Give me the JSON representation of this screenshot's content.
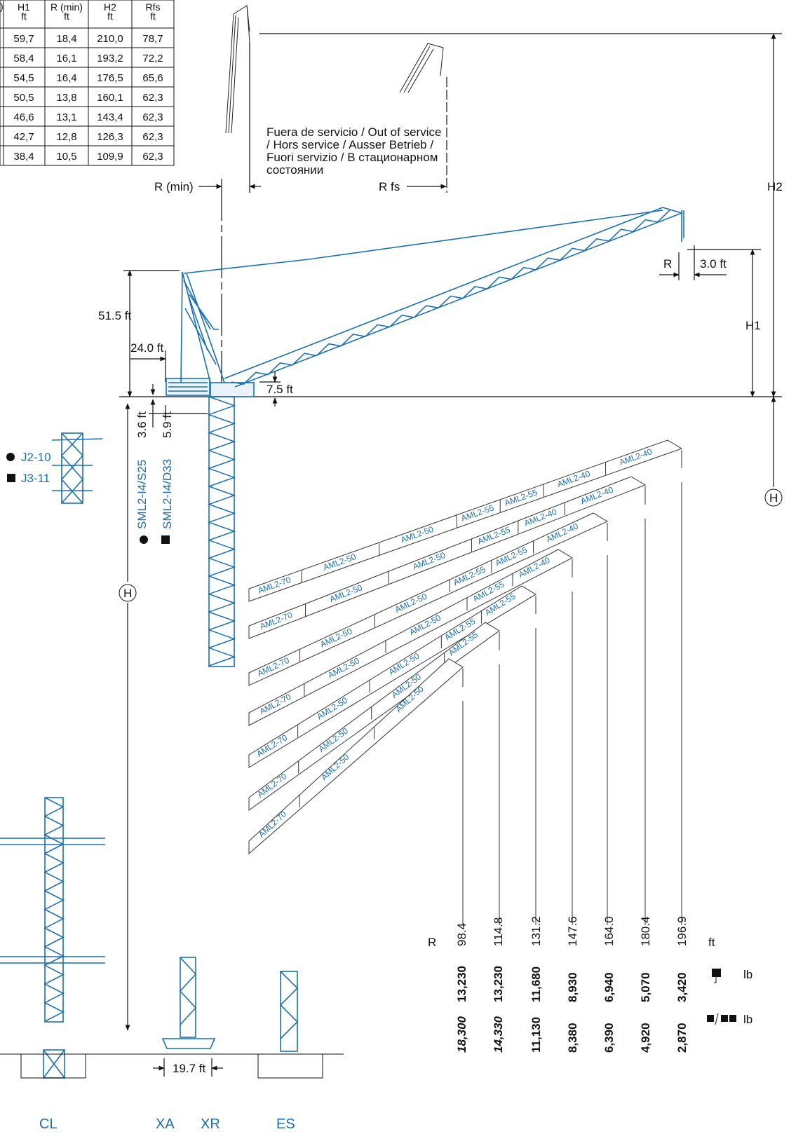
{
  "table": {
    "headers": [
      "H1\nft",
      "R (min)\nft",
      "H2\nft",
      "Rfs\nft"
    ],
    "rows": [
      [
        "59,7",
        "18,4",
        "210,0",
        "78,7"
      ],
      [
        "58,4",
        "16,1",
        "193,2",
        "72,2"
      ],
      [
        "54,5",
        "16,4",
        "176,5",
        "65,6"
      ],
      [
        "50,5",
        "13,8",
        "160,1",
        "62,3"
      ],
      [
        "46,6",
        "13,1",
        "143,4",
        "62,3"
      ],
      [
        "42,7",
        "12,8",
        "126,3",
        "62,3"
      ],
      [
        "38,4",
        "10,5",
        "109,9",
        "62,3"
      ]
    ]
  },
  "out_of_service": {
    "lines": [
      "Fuera de servicio / Out of service",
      "/ Hors service / Ausser Betrieb /",
      "Fuori servizio / В стационарном",
      "состоянии"
    ],
    "rfs_label": "R fs"
  },
  "dims": {
    "rmin": "R (min)",
    "h2": "H2",
    "h1": "H1",
    "h": "H",
    "r": "R",
    "r_offset": "3.0 ft",
    "height_a": "51.5 ft",
    "counter_jib": "24.0 ft",
    "slew": "7.5 ft",
    "mast_a": "3.6 ft",
    "mast_b": "5.9 ft",
    "base": "19.7 ft"
  },
  "legend": {
    "circle_item": "J2-10",
    "square_item": "J3-11",
    "mast_s25": "SML2-I4/S25",
    "mast_d33": "SML2-I4/D33"
  },
  "jib_configs": [
    {
      "segments": [
        "AML2-70",
        "AML2-50",
        "AML2-50",
        "AML2-55",
        "AML2-55",
        "AML2-40",
        "AML2-40"
      ]
    },
    {
      "segments": [
        "AML2-70",
        "AML2-50",
        "AML2-50",
        "AML2-55",
        "AML2-40",
        "AML2-40"
      ]
    },
    {
      "segments": [
        "AML2-70",
        "AML2-50",
        "AML2-50",
        "AML2-55",
        "AML2-55",
        "AML2-40"
      ]
    },
    {
      "segments": [
        "AML2-70",
        "AML2-50",
        "AML2-50",
        "AML2-55",
        "AML2-40"
      ]
    },
    {
      "segments": [
        "AML2-70",
        "AML2-50",
        "AML2-50",
        "AML2-55",
        "AML2-55"
      ]
    },
    {
      "segments": [
        "AML2-70",
        "AML2-50",
        "AML2-50",
        "AML2-55"
      ]
    },
    {
      "segments": [
        "AML2-70",
        "AML2-50",
        "AML2-50"
      ]
    }
  ],
  "load_table": {
    "r_label": "R",
    "r_unit": "ft",
    "unit": "lb",
    "radius": [
      "98.4",
      "114.8",
      "131.2",
      "147.6",
      "164.0",
      "180.4",
      "196.9"
    ],
    "single": [
      "13,230",
      "13,230",
      "11,680",
      "8,930",
      "6,940",
      "5,070",
      "3,420"
    ],
    "double": [
      "18,300",
      "14,330",
      "11,130",
      "8,380",
      "6,390",
      "4,920",
      "2,870"
    ]
  },
  "bases": [
    "CL",
    "XA",
    "XR",
    "ES"
  ],
  "colors": {
    "accent": "#1a6fb4",
    "line": "#111111"
  }
}
